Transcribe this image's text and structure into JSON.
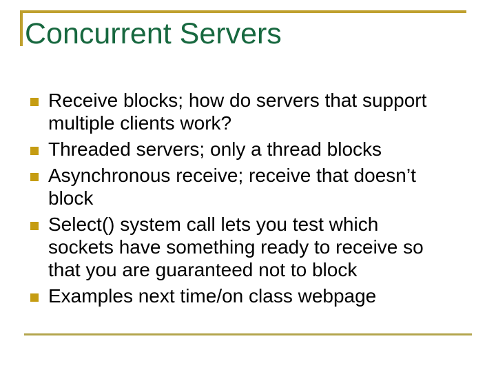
{
  "slide": {
    "title": "Concurrent Servers",
    "bullets": [
      "Receive blocks; how do servers that support\nmultiple clients work?",
      "Threaded servers; only a thread blocks",
      "Asynchronous receive; receive that doesn’t\nblock",
      "Select() system call lets you test which\nsockets have something ready to receive so\nthat you are guaranteed not to block",
      "Examples next time/on class webpage"
    ],
    "bullet_icon": "gold-square"
  },
  "colors": {
    "background": "#FFFFFF",
    "title_green": "#17683F",
    "body_text": "#000000",
    "rule_gold": "#BFA02E",
    "rule_gold_light": "#B3A54C",
    "bullet_gold": "#C59C12"
  }
}
